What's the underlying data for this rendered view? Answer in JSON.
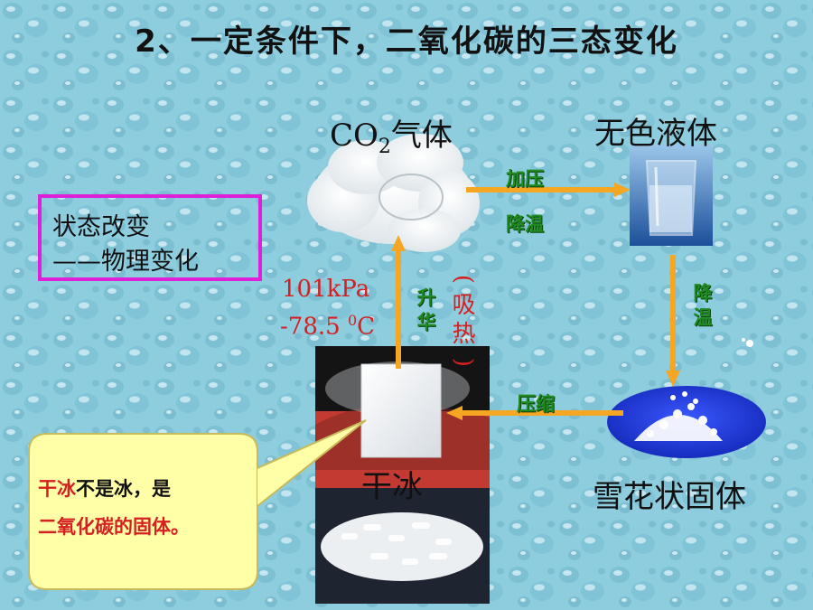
{
  "title": "2、一定条件下，二氧化碳的三态变化",
  "states": {
    "gas_prefix": "CO",
    "gas_sub": "2",
    "gas_suffix": "气体",
    "liquid": "无色液体",
    "solid_snow": "雪花状固体",
    "dry_ice": "干冰"
  },
  "arrows": {
    "gas_to_liquid_1": "加压",
    "gas_to_liquid_2": "降温",
    "liquid_to_solid": "降温",
    "snow_to_dryice": "压缩",
    "sublimation": "升华",
    "absorb_heat": "吸热"
  },
  "conditions": {
    "pressure": "101kPa",
    "temp_value": "-78.5",
    "temp_sup": "0",
    "temp_unit": "C"
  },
  "state_box": {
    "line1": "状态改变",
    "line2": "——物理变化"
  },
  "callout": {
    "highlight1": "干冰",
    "text1": "不是冰，是",
    "highlight2": "二氧化碳的固体。"
  },
  "colors": {
    "arrow": "#f5a623",
    "box_border": "#e020d8",
    "callout_fill": "#ffffa8",
    "green_text": "#1f8a1f",
    "red_text": "#d42020",
    "snow_plate": "#1f3de0"
  }
}
